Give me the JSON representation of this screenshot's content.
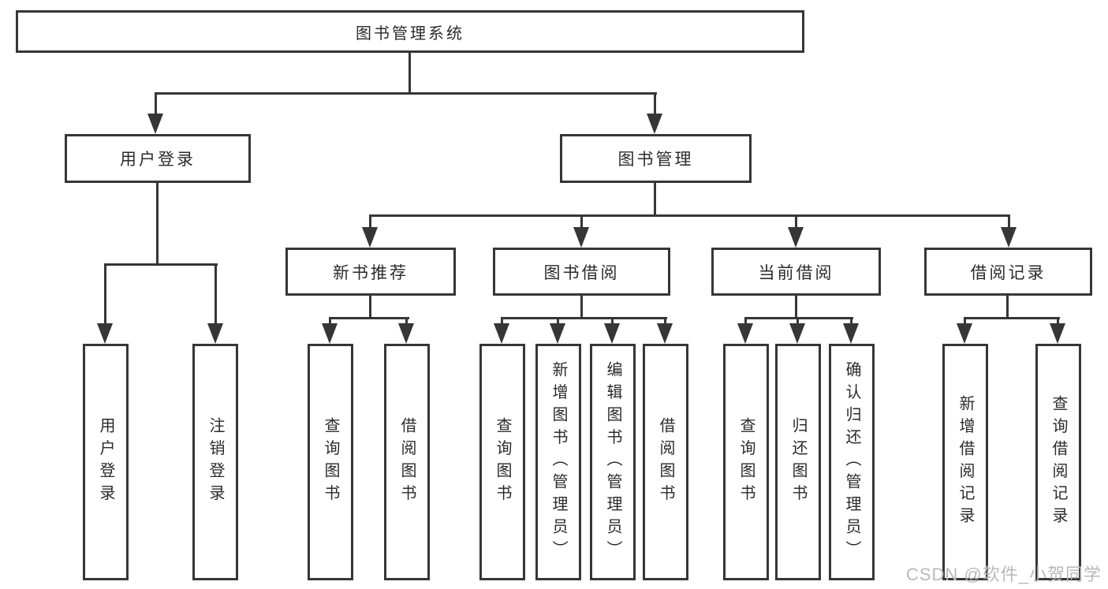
{
  "diagram": {
    "title": "图书管理系统",
    "root": {
      "label": "图书管理系统"
    },
    "branches": [
      {
        "label": "用户登录",
        "children": [
          {
            "label": "用户登录"
          },
          {
            "label": "注销登录"
          }
        ]
      },
      {
        "label": "图书管理",
        "children": [
          {
            "label": "新书推荐",
            "children": [
              {
                "label": "查询图书"
              },
              {
                "label": "借阅图书"
              }
            ]
          },
          {
            "label": "图书借阅",
            "children": [
              {
                "label": "查询图书"
              },
              {
                "label": "新增图书（管理员）"
              },
              {
                "label": "编辑图书（管理员）"
              },
              {
                "label": "借阅图书"
              }
            ]
          },
          {
            "label": "当前借阅",
            "children": [
              {
                "label": "查询图书"
              },
              {
                "label": "归还图书"
              },
              {
                "label": "确认归还（管理员）"
              }
            ]
          },
          {
            "label": "借阅记录",
            "children": [
              {
                "label": "新增借阅记录"
              },
              {
                "label": "查询借阅记录"
              }
            ]
          }
        ]
      }
    ]
  },
  "watermark": "CSDN @软件_小贺同学",
  "colors": {
    "line": "#363636",
    "text": "#2b2b2b",
    "watermark": "#b9b9b9",
    "background": "#ffffff"
  }
}
